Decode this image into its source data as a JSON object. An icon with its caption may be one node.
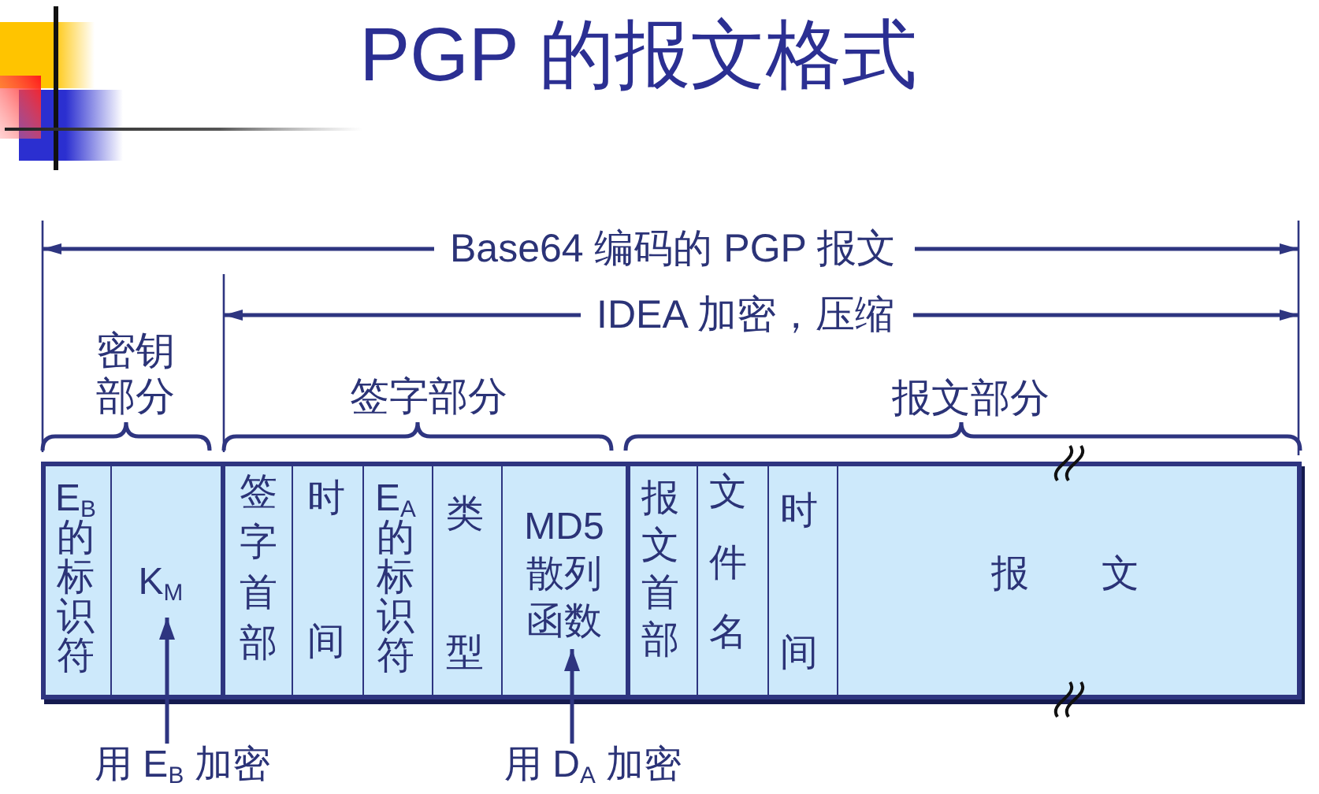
{
  "diagram": {
    "title": "PGP 的报文格式",
    "nodes": [
      {
        "text": [
          "E$_{B}$的标识符"
        ]
      },
      {
        "text": [
          "K$_{M}$"
        ]
      },
      {
        "text": [
          "签字首部"
        ]
      },
      {
        "text": [
          "时",
          "间"
        ]
      },
      {
        "text": [
          "E$_{A}$的标识符"
        ]
      },
      {
        "text": [
          "类",
          "型"
        ]
      },
      {
        "text": [
          "MD5 散列函数"
        ]
      },
      {
        "text": [
          "报文首部"
        ]
      },
      {
        "text": [
          "文件名"
        ]
      },
      {
        "text": [
          "时",
          "间"
        ]
      },
      {
        "text": [
          "报文"
        ]
      },
      {
        "text": [
          "用 E$_{B}$ 加密"
        ]
      },
      {
        "text": [
          "用 D$_{A}$ 加密"
        ]
      }
    ],
    "edges": [
      {
        "from": 11,
        "to": 1,
        "arrow": "to"
      },
      {
        "from": 12,
        "to": 6,
        "arrow": "to"
      }
    ],
    "labels": [
      "Base64 编码的 PGP 报文",
      "IDEA 加密，压缩",
      "密钥部分",
      "签字部分",
      "报文部分"
    ]
  }
}
